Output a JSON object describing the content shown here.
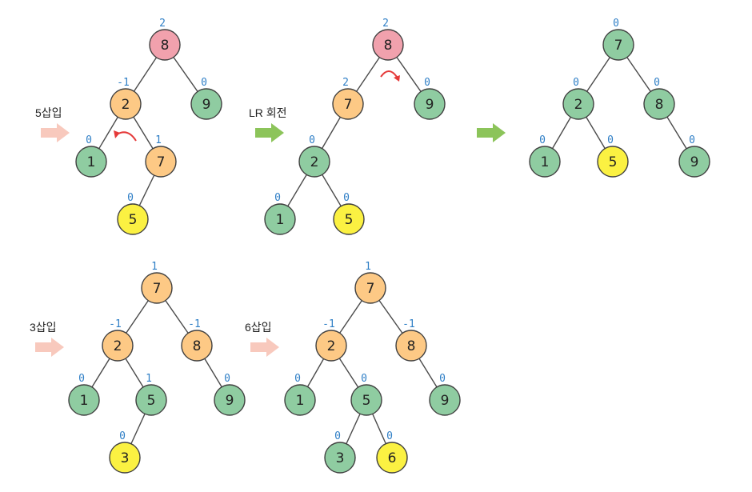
{
  "colors": {
    "green": "#8fcca1",
    "orange": "#fdc985",
    "red": "#f1a1ad",
    "yellow": "#fbf142",
    "stroke": "#404040",
    "edge": "#4a4a4a",
    "balance": "#2f7fc6",
    "rotation_mark": "#e53a3a",
    "arrow_pink": "#f8c9bd",
    "arrow_green": "#8cc45a"
  },
  "trees": [
    {
      "id": "t1-after-insert-5",
      "nodes": [
        {
          "key": "8",
          "balance": "2",
          "color": "red"
        },
        {
          "key": "2",
          "balance": "-1",
          "color": "orange"
        },
        {
          "key": "9",
          "balance": "0",
          "color": "green"
        },
        {
          "key": "1",
          "balance": "0",
          "color": "green"
        },
        {
          "key": "7",
          "balance": "1",
          "color": "orange"
        },
        {
          "key": "5",
          "balance": "0",
          "color": "yellow"
        }
      ]
    },
    {
      "id": "t2-after-left-rotation",
      "nodes": [
        {
          "key": "8",
          "balance": "2",
          "color": "red"
        },
        {
          "key": "7",
          "balance": "2",
          "color": "orange"
        },
        {
          "key": "9",
          "balance": "0",
          "color": "green"
        },
        {
          "key": "2",
          "balance": "0",
          "color": "green"
        },
        {
          "key": "1",
          "balance": "0",
          "color": "green"
        },
        {
          "key": "5",
          "balance": "0",
          "color": "yellow"
        }
      ]
    },
    {
      "id": "t3-after-lr-rotation",
      "nodes": [
        {
          "key": "7",
          "balance": "0",
          "color": "green"
        },
        {
          "key": "2",
          "balance": "0",
          "color": "green"
        },
        {
          "key": "8",
          "balance": "0",
          "color": "green"
        },
        {
          "key": "1",
          "balance": "0",
          "color": "green"
        },
        {
          "key": "5",
          "balance": "0",
          "color": "yellow"
        },
        {
          "key": "9",
          "balance": "0",
          "color": "green"
        }
      ]
    },
    {
      "id": "t4-after-insert-3",
      "nodes": [
        {
          "key": "7",
          "balance": "1",
          "color": "orange"
        },
        {
          "key": "2",
          "balance": "-1",
          "color": "orange"
        },
        {
          "key": "8",
          "balance": "-1",
          "color": "orange"
        },
        {
          "key": "1",
          "balance": "0",
          "color": "green"
        },
        {
          "key": "5",
          "balance": "1",
          "color": "green"
        },
        {
          "key": "9",
          "balance": "0",
          "color": "green"
        },
        {
          "key": "3",
          "balance": "0",
          "color": "yellow"
        }
      ]
    },
    {
      "id": "t5-after-insert-6",
      "nodes": [
        {
          "key": "7",
          "balance": "1",
          "color": "orange"
        },
        {
          "key": "2",
          "balance": "-1",
          "color": "orange"
        },
        {
          "key": "8",
          "balance": "-1",
          "color": "orange"
        },
        {
          "key": "1",
          "balance": "0",
          "color": "green"
        },
        {
          "key": "5",
          "balance": "0",
          "color": "green"
        },
        {
          "key": "9",
          "balance": "0",
          "color": "green"
        },
        {
          "key": "3",
          "balance": "0",
          "color": "green"
        },
        {
          "key": "6",
          "balance": "0",
          "color": "yellow"
        }
      ]
    }
  ],
  "steps": [
    {
      "label": "5삽입",
      "arrow": "pink"
    },
    {
      "label": "LR 회전",
      "arrow": "green"
    },
    {
      "label": "",
      "arrow": "green"
    },
    {
      "label": "3삽입",
      "arrow": "pink"
    },
    {
      "label": "6삽입",
      "arrow": "pink"
    }
  ]
}
